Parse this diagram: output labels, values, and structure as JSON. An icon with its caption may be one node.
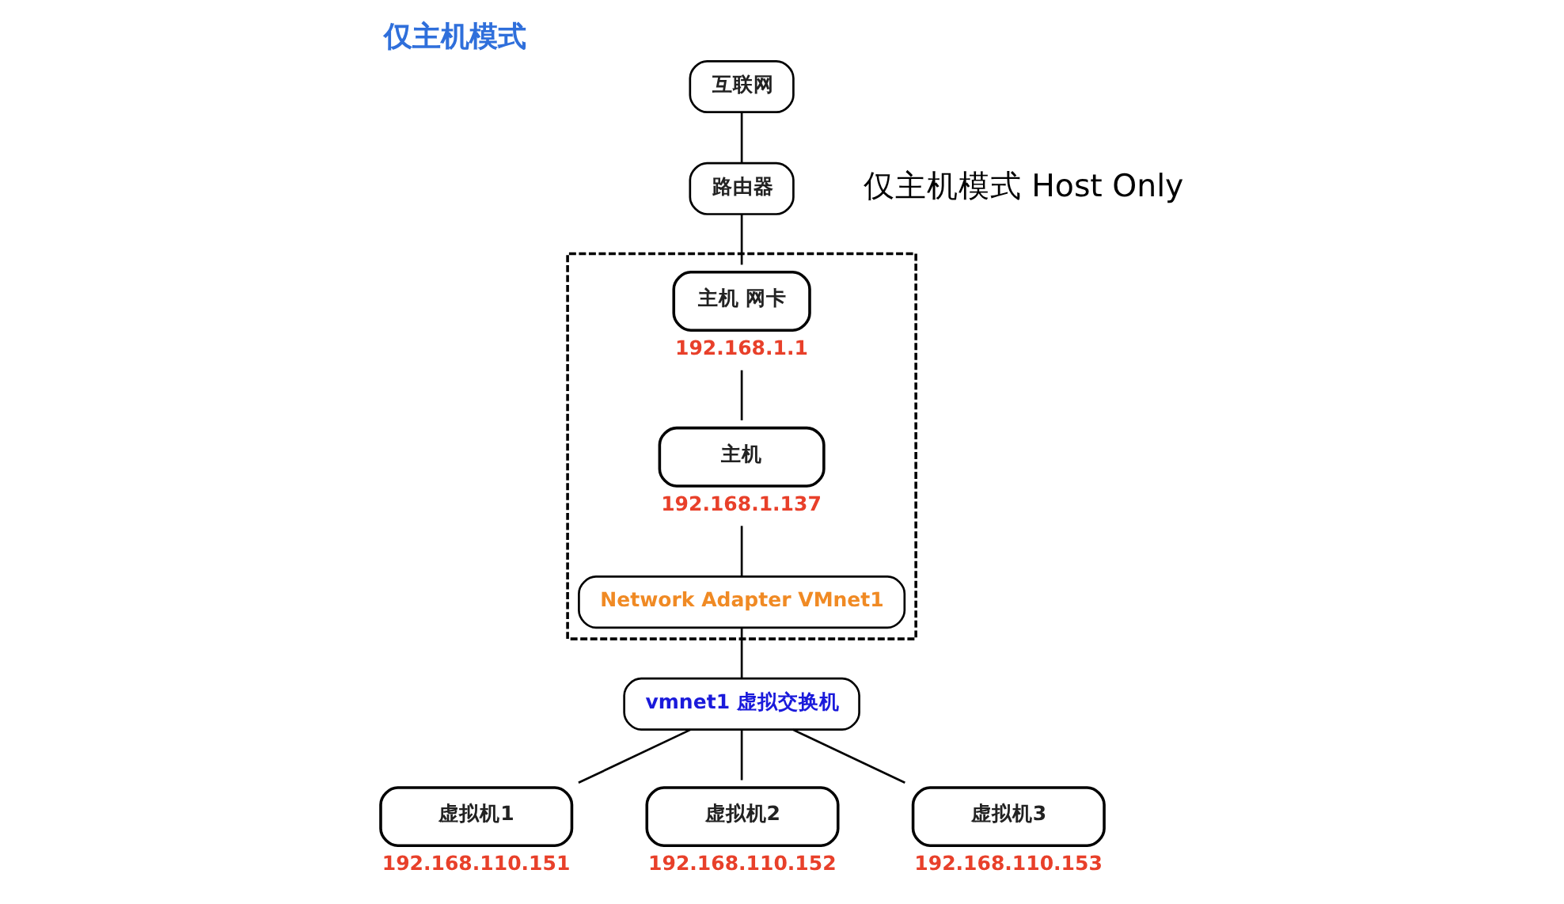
{
  "diagram": {
    "title": "仅主机模式",
    "nodes": [
      {
        "text": [
          "互联网"
        ]
      },
      {
        "text": [
          "路由器"
        ]
      },
      {
        "text": [],
        "shape": "box"
      },
      {
        "text": [
          "主机 网卡"
        ],
        "in": 2,
        "beside": [
          "192.168.1.1"
        ]
      },
      {
        "text": [
          "主机"
        ],
        "in": 2,
        "beside": [
          "192.168.1.137"
        ]
      },
      {
        "text": [
          "Network Adapter VMnet1"
        ],
        "in": 2
      },
      {
        "text": [
          "vmnet1 虚拟交换机"
        ]
      },
      {
        "text": [
          "虚拟机1"
        ],
        "beside": [
          "192.168.110.151"
        ]
      },
      {
        "text": [
          "虚拟机2"
        ],
        "beside": [
          "192.168.110.152"
        ]
      },
      {
        "text": [
          "虚拟机3"
        ],
        "beside": [
          "192.168.110.153"
        ]
      }
    ],
    "edges": [
      {
        "from": 0,
        "to": 1,
        "arrow": "none"
      },
      {
        "from": 1,
        "to": 3,
        "arrow": "none"
      },
      {
        "from": 3,
        "to": 4,
        "arrow": "none"
      },
      {
        "from": 4,
        "to": 5,
        "arrow": "none"
      },
      {
        "from": 5,
        "to": 6,
        "arrow": "none"
      },
      {
        "from": 6,
        "to": 7,
        "arrow": "none"
      },
      {
        "from": 6,
        "to": 8,
        "arrow": "none"
      },
      {
        "from": 6,
        "to": 9,
        "arrow": "none"
      }
    ],
    "labels": [
      "仅主机模式 Host Only"
    ]
  }
}
